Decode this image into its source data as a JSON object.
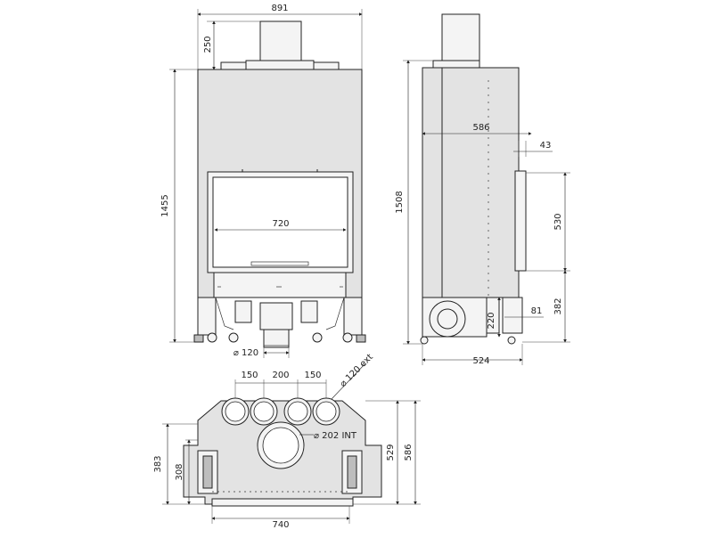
{
  "drawing": {
    "front": {
      "width_total": "891",
      "flue_height": "250",
      "height_total": "1455",
      "glass_width": "720",
      "outlet_diameter": "⌀ 120"
    },
    "side": {
      "height_total": "1508",
      "depth_upper": "586",
      "offset_43": "43",
      "glass_height": "530",
      "base_height": "382",
      "leg_height": "220",
      "leg_offset": "81",
      "depth_base": "524"
    },
    "plan": {
      "spacing_left": "150",
      "spacing_middle": "200",
      "spacing_right": "150",
      "outlet_ext": "⌀ 120 ext",
      "outlet_int": "⌀ 202 INT",
      "height_383": "383",
      "height_308": "308",
      "depth_529": "529",
      "depth_586": "586",
      "width_base": "740"
    }
  }
}
